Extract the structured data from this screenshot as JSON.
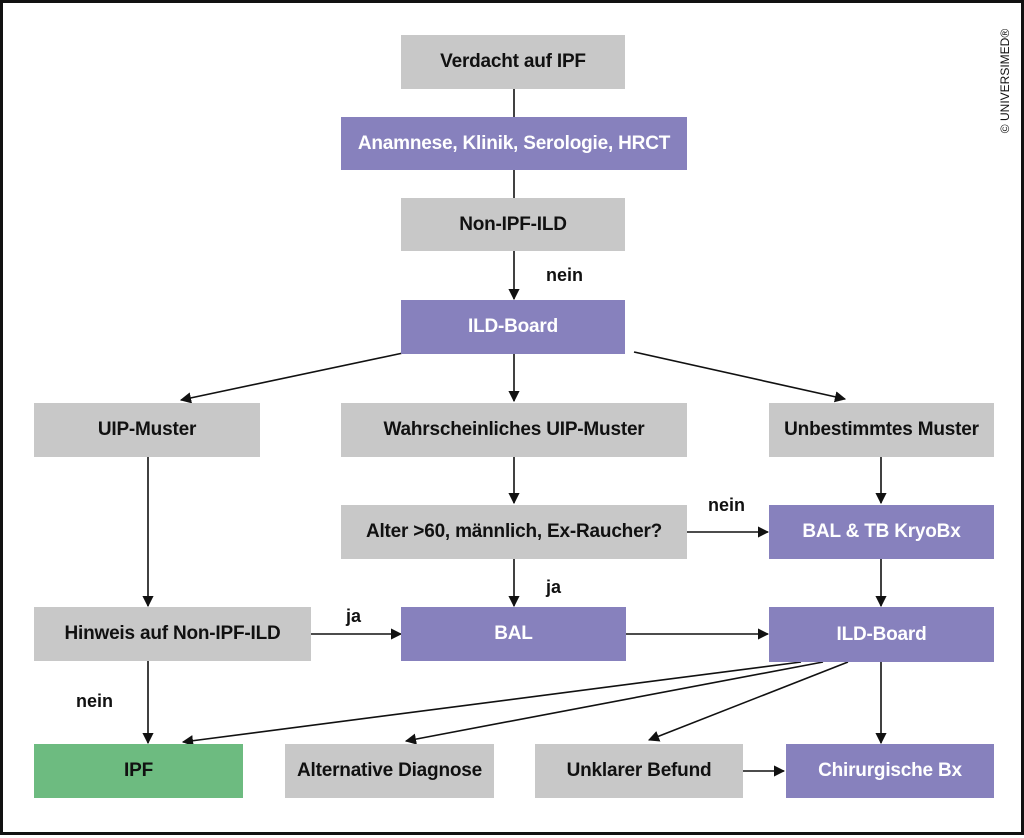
{
  "nodes": {
    "verdacht": "Verdacht auf IPF",
    "anamnese": "Anamnese, Klinik, Serologie, HRCT",
    "non_ipf_ild": "Non-IPF-ILD",
    "ild_board_1": "ILD-Board",
    "uip_muster": "UIP-Muster",
    "wahrscheinliches_uip": "Wahrscheinliches UIP-Muster",
    "unbestimmtes_muster": "Unbestimmtes Muster",
    "alter": "Alter >60, männlich, Ex-Raucher?",
    "bal_tb_kryobx": "BAL & TB KryoBx",
    "hinweis": "Hinweis auf Non-IPF-ILD",
    "bal": "BAL",
    "ild_board_2": "ILD-Board",
    "ipf": "IPF",
    "alternative_diagnose": "Alternative Diagnose",
    "unklarer_befund": "Unklarer Befund",
    "chirurgische_bx": "Chirurgische Bx"
  },
  "edge_labels": {
    "nein_1": "nein",
    "nein_2": "nein",
    "ja_1": "ja",
    "ja_2": "ja",
    "nein_3": "nein"
  },
  "copyright": "© UNIVERSIMED®",
  "colors": {
    "gray_box": "#c8c8c8",
    "purple_box": "#8781bd",
    "green_box": "#6dbb80",
    "frame": "#111111"
  }
}
